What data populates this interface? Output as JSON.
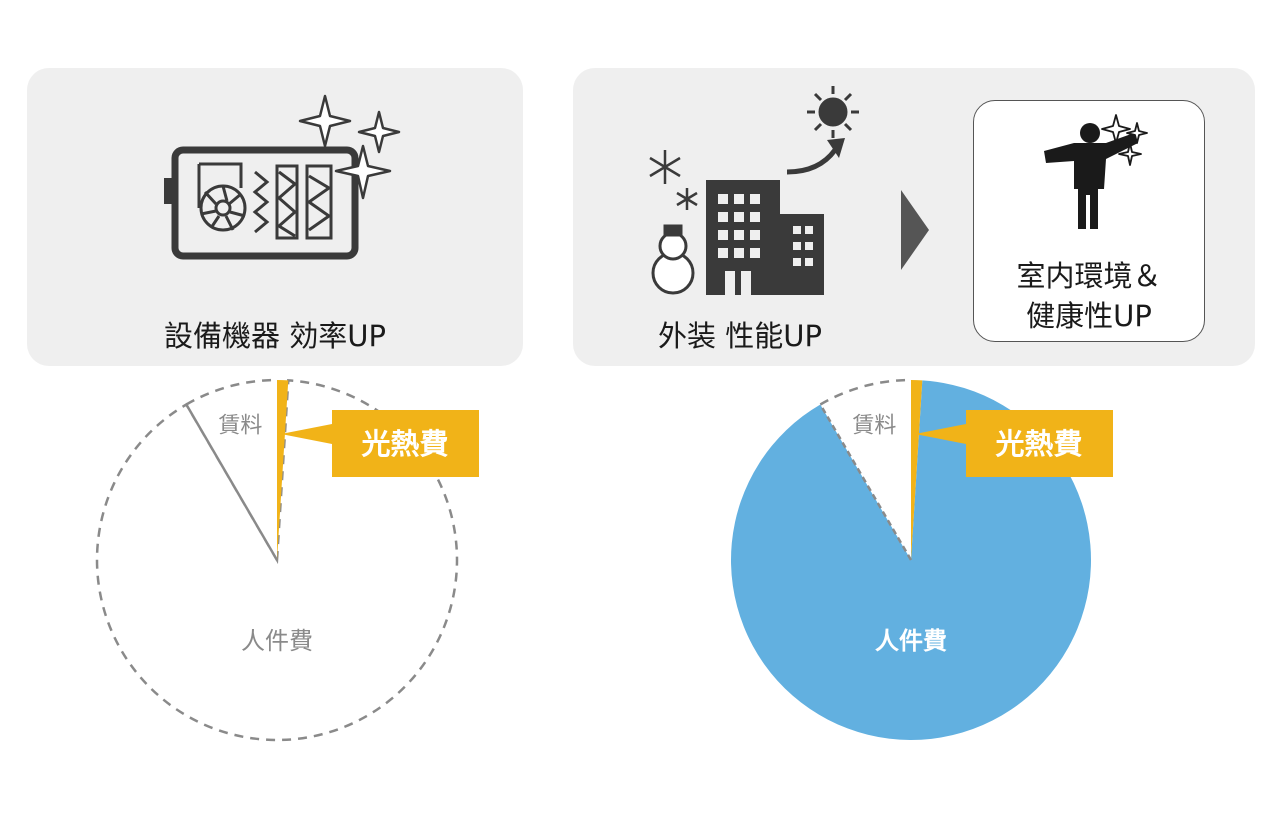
{
  "panels": {
    "equipment": {
      "label": "設備機器 効率UP",
      "icon": "hvac-unit-sparkle-icon"
    },
    "envelope": {
      "label": "外装 性能UP",
      "icons": [
        "snowflake-icon",
        "snowman-icon",
        "building-icon",
        "sun-icon",
        "arrow-icon"
      ]
    },
    "arrow_icon": "triangle-right-icon",
    "environment": {
      "line1": "室内環境＆",
      "line2": "健康性UP",
      "icon": "person-sparkle-icon"
    }
  },
  "colors": {
    "accent": "#f1b318",
    "pie_blue": "#62b0e0",
    "panel_bg": "#efefef",
    "muted_text": "#8a8a8a"
  },
  "chart_data": [
    {
      "type": "pie",
      "slices": [
        {
          "label": "人件費",
          "value": 90.6
        },
        {
          "label": "賃料",
          "value": 8.4
        },
        {
          "label": "光熱費",
          "value": 1.0
        }
      ],
      "callout": "光熱費",
      "highlight": "光熱費",
      "style": "dashed-outline"
    },
    {
      "type": "pie",
      "slices": [
        {
          "label": "人件費",
          "value": 90.6
        },
        {
          "label": "賃料",
          "value": 8.4
        },
        {
          "label": "光熱費",
          "value": 1.0
        }
      ],
      "callout": "光熱費",
      "highlight": "人件費",
      "style": "filled"
    }
  ]
}
